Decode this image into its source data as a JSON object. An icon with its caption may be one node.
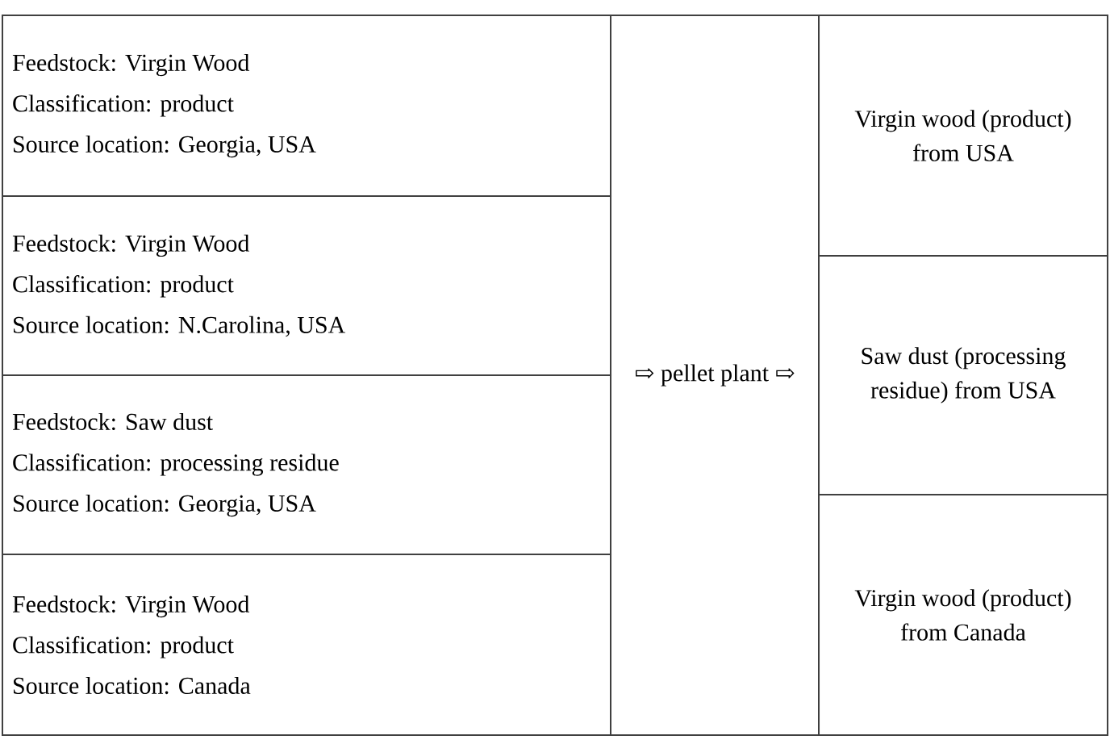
{
  "diagram": {
    "nodes": [
      {
        "text": [
          "Feedstock: Virgin Wood",
          "Classification: product",
          "Source location: Georgia, USA"
        ]
      },
      {
        "text": [
          "Feedstock: Virgin Wood",
          "Classification: product",
          "Source location: N.Carolina, USA"
        ]
      },
      {
        "text": [
          "Feedstock: Saw dust",
          "Classification: processing residue",
          "Source location: Georgia, USA"
        ]
      },
      {
        "text": [
          "Feedstock: Virgin Wood",
          "Classification: product",
          "Source location: Canada"
        ]
      },
      {
        "text": [
          "⇨ pellet plant ⇨"
        ]
      },
      {
        "text": [
          "Virgin wood (product) from USA"
        ]
      },
      {
        "text": [
          "Saw dust (processing residue) from USA"
        ]
      },
      {
        "text": [
          "Virgin wood (product) from Canada"
        ]
      }
    ]
  }
}
